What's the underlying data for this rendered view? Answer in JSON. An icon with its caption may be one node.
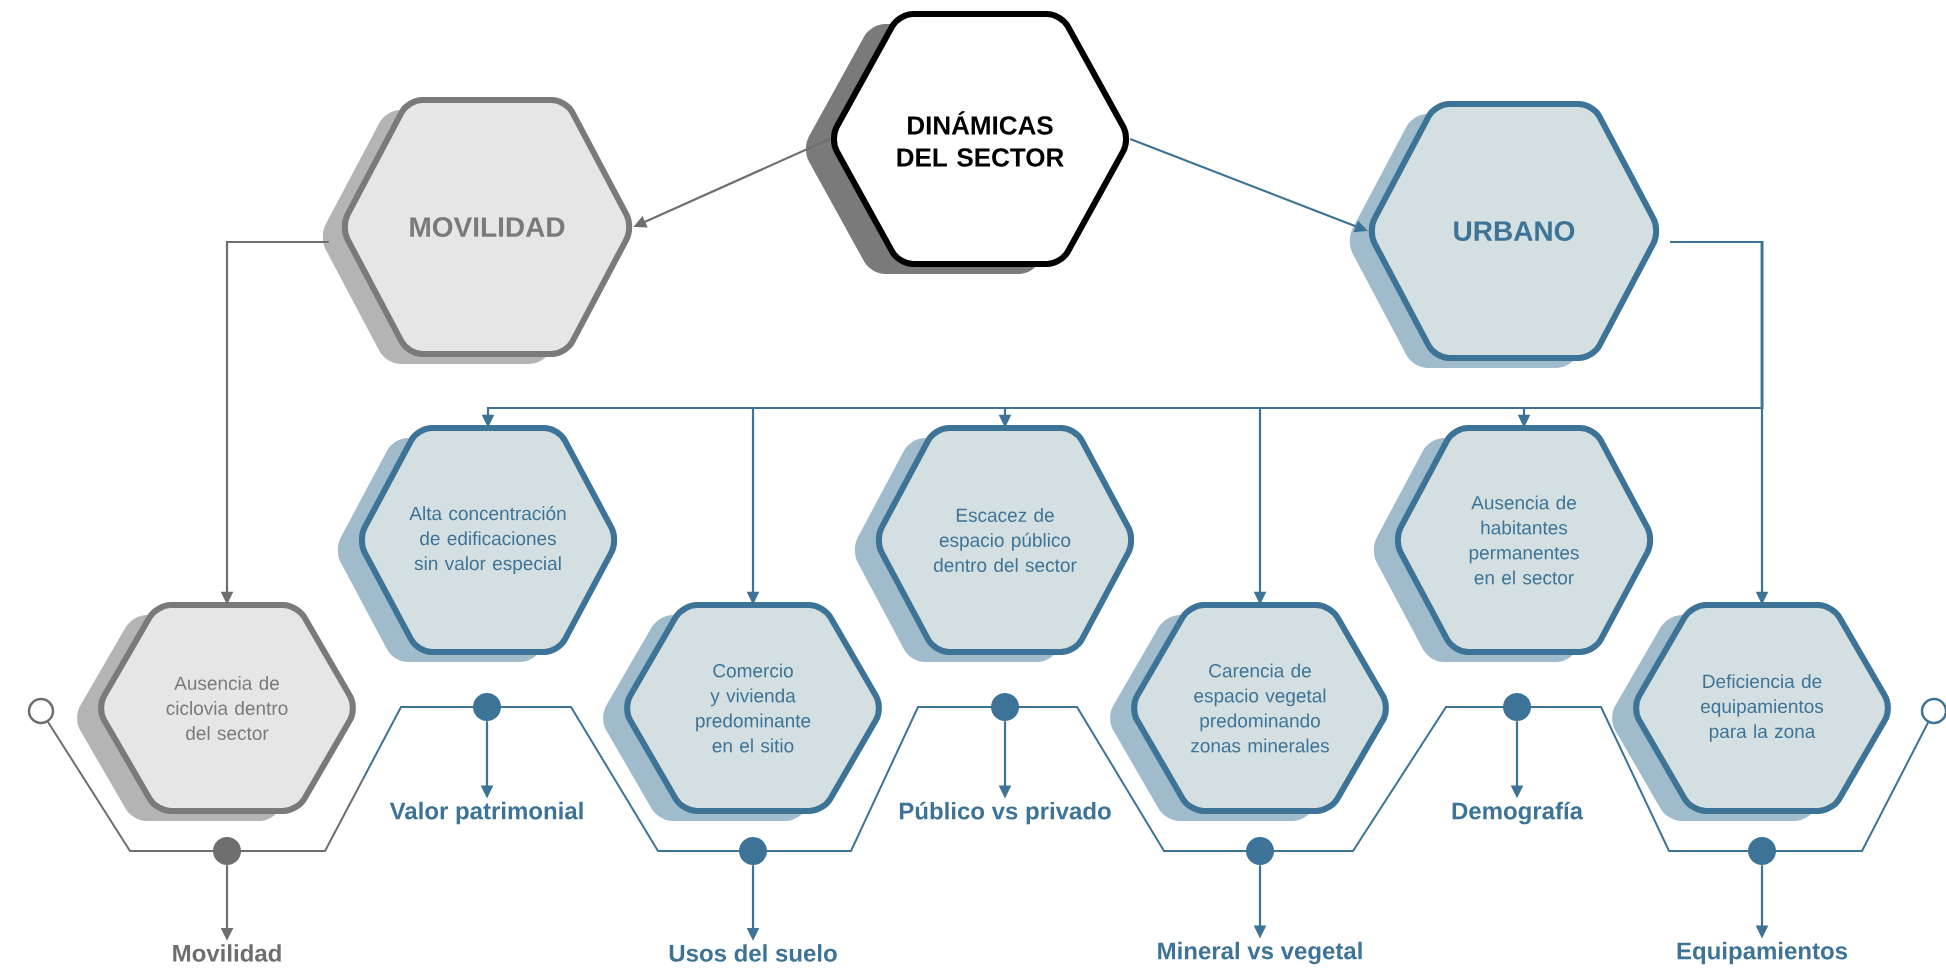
{
  "diagram": {
    "nodes": [
      {
        "text": [
          "DINÁMICAS DEL SECTOR"
        ]
      },
      {
        "text": [
          "MOVILIDAD"
        ]
      },
      {
        "text": [
          "URBANO"
        ]
      },
      {
        "text": [
          "Ausencia de ciclovia dentro del sector"
        ]
      },
      {
        "text": [
          "Alta concentración de edificaciones sin valor especial"
        ]
      },
      {
        "text": [
          "Comercio y vivienda predominante en el sitio"
        ]
      },
      {
        "text": [
          "Escacez de espacio público dentro del sector"
        ]
      },
      {
        "text": [
          "Carencia de espacio vegetal predominando zonas minerales"
        ]
      },
      {
        "text": [
          "Ausencia de habitantes permanentes en el sector"
        ]
      },
      {
        "text": [
          "Deficiencia de equipamientos para la zona"
        ]
      },
      {
        "text": [
          "Movilidad"
        ]
      },
      {
        "text": [
          "Valor patrimonial"
        ]
      },
      {
        "text": [
          "Usos del suelo"
        ]
      },
      {
        "text": [
          "Público vs privado"
        ]
      },
      {
        "text": [
          "Mineral vs vegetal"
        ]
      },
      {
        "text": [
          "Demografía"
        ]
      },
      {
        "text": [
          "Equipamientos"
        ]
      },
      {
        "text": [],
        "shape": "circle"
      },
      {
        "text": [],
        "shape": "circle"
      },
      {
        "text": [],
        "shape": "circle"
      },
      {
        "text": [],
        "shape": "circle"
      },
      {
        "text": [],
        "shape": "circle"
      },
      {
        "text": [],
        "shape": "circle"
      },
      {
        "text": [],
        "shape": "circle"
      }
    ],
    "edges": [
      {
        "from": 0,
        "to": 1,
        "arrow": "to",
        "color": "#6e6e6e"
      },
      {
        "from": 0,
        "to": 2,
        "arrow": "to"
      },
      {
        "from": 1,
        "to": 3,
        "arrow": "to",
        "color": "#6e6e6e"
      },
      {
        "from": 2,
        "to": 4,
        "arrow": "to"
      },
      {
        "from": 2,
        "to": 5,
        "arrow": "to"
      },
      {
        "from": 2,
        "to": 6,
        "arrow": "to"
      },
      {
        "from": 2,
        "to": 7,
        "arrow": "to"
      },
      {
        "from": 2,
        "to": 8,
        "arrow": "to"
      },
      {
        "from": 2,
        "to": 9,
        "arrow": "to"
      },
      {
        "from": 17,
        "to": 10,
        "arrow": "to",
        "color": "#6e6e6e"
      },
      {
        "from": 18,
        "to": 11,
        "arrow": "to"
      },
      {
        "from": 19,
        "to": 12,
        "arrow": "to"
      },
      {
        "from": 20,
        "to": 13,
        "arrow": "to"
      },
      {
        "from": 21,
        "to": 14,
        "arrow": "to"
      },
      {
        "from": 22,
        "to": 15,
        "arrow": "to"
      },
      {
        "from": 23,
        "to": 16,
        "arrow": "to"
      }
    ]
  }
}
